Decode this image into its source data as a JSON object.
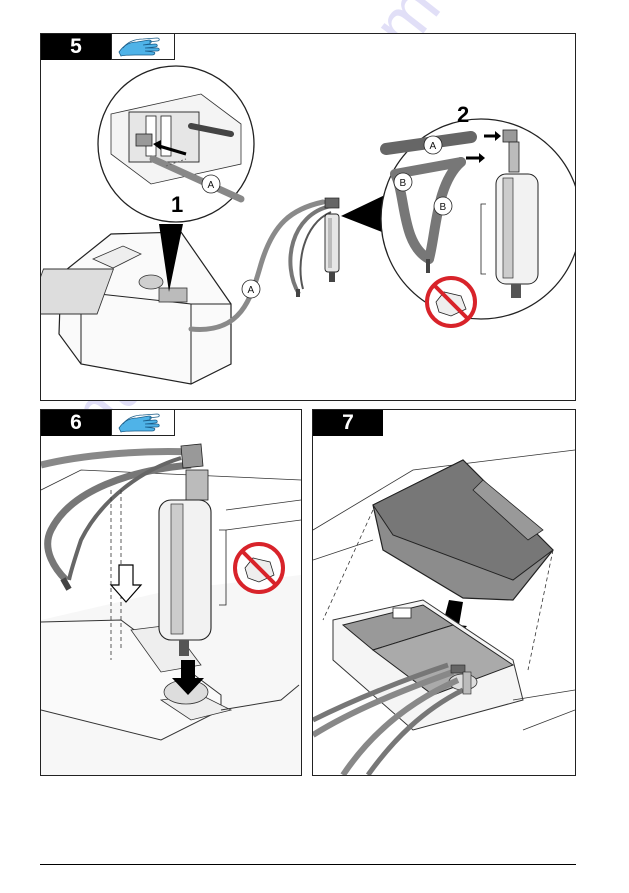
{
  "steps": [
    {
      "number": "5",
      "gloves_icon": "gloves-icon"
    },
    {
      "number": "6",
      "gloves_icon": "gloves-icon"
    },
    {
      "number": "7"
    }
  ],
  "panel5": {
    "substeps": [
      "1",
      "2"
    ],
    "callouts": {
      "a_detail": "A",
      "a_main": "A",
      "a_zoom": "A",
      "b_zoom_1": "B",
      "b_zoom_2": "B"
    }
  },
  "watermark": "manualshive.com",
  "colors": {
    "prohibition_red": "#d8232a",
    "glove_blue": "#4fb3e8",
    "tube_gray": "#8a8a8a"
  }
}
